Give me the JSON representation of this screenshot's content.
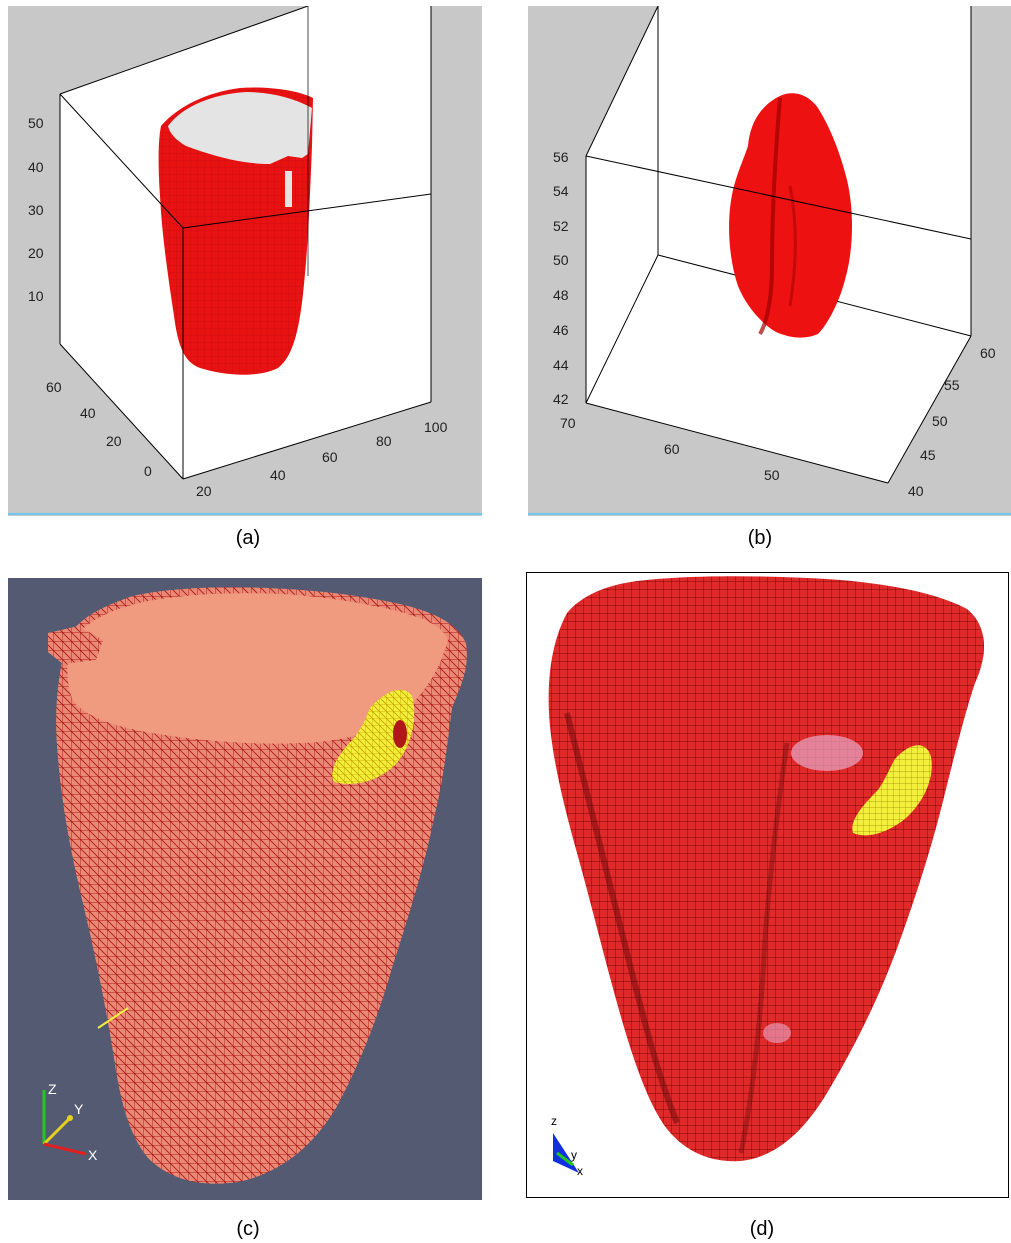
{
  "captions": {
    "a": "(a)",
    "b": "(b)",
    "c": "(c)",
    "d": "(d)"
  },
  "panel_a": {
    "z_ticks": [
      "50",
      "40",
      "30",
      "20",
      "10"
    ],
    "y_ticks": [
      "60",
      "40",
      "20",
      "0"
    ],
    "x_ticks": [
      "20",
      "40",
      "60",
      "80",
      "100"
    ],
    "colors": {
      "background": "#c8c8c8",
      "surface": "#ee1111",
      "cap": "#e4e4e4"
    }
  },
  "panel_b": {
    "z_ticks": [
      "56",
      "54",
      "52",
      "50",
      "48",
      "46",
      "44",
      "42"
    ],
    "x_ticks": [
      "70",
      "60",
      "50"
    ],
    "y_ticks": [
      "60",
      "55",
      "50",
      "45",
      "40"
    ],
    "colors": {
      "background": "#c8c8c8",
      "surface": "#ee1111"
    }
  },
  "panel_c": {
    "axes": {
      "z": "Z",
      "y": "Y",
      "x": "X"
    },
    "colors": {
      "background": "#535a72",
      "mesh": "#b01818",
      "surface": "#e88a76",
      "highlight": "#f2f03a"
    }
  },
  "panel_d": {
    "axes": {
      "z": "z",
      "y": "y",
      "x": "x"
    },
    "colors": {
      "background": "#ffffff",
      "voxel": "#e02a2a",
      "highlight": "#f2f03a",
      "pink": "#e8a8c8"
    }
  }
}
